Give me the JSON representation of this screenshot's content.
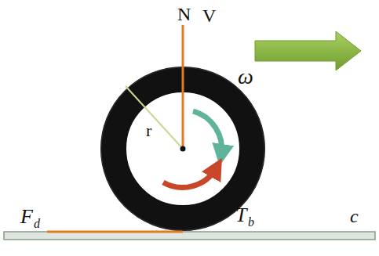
{
  "diagram": {
    "labels": [
      "N",
      "V",
      "ω",
      "r",
      "F",
      "d",
      "T",
      "b",
      "c"
    ]
  }
}
